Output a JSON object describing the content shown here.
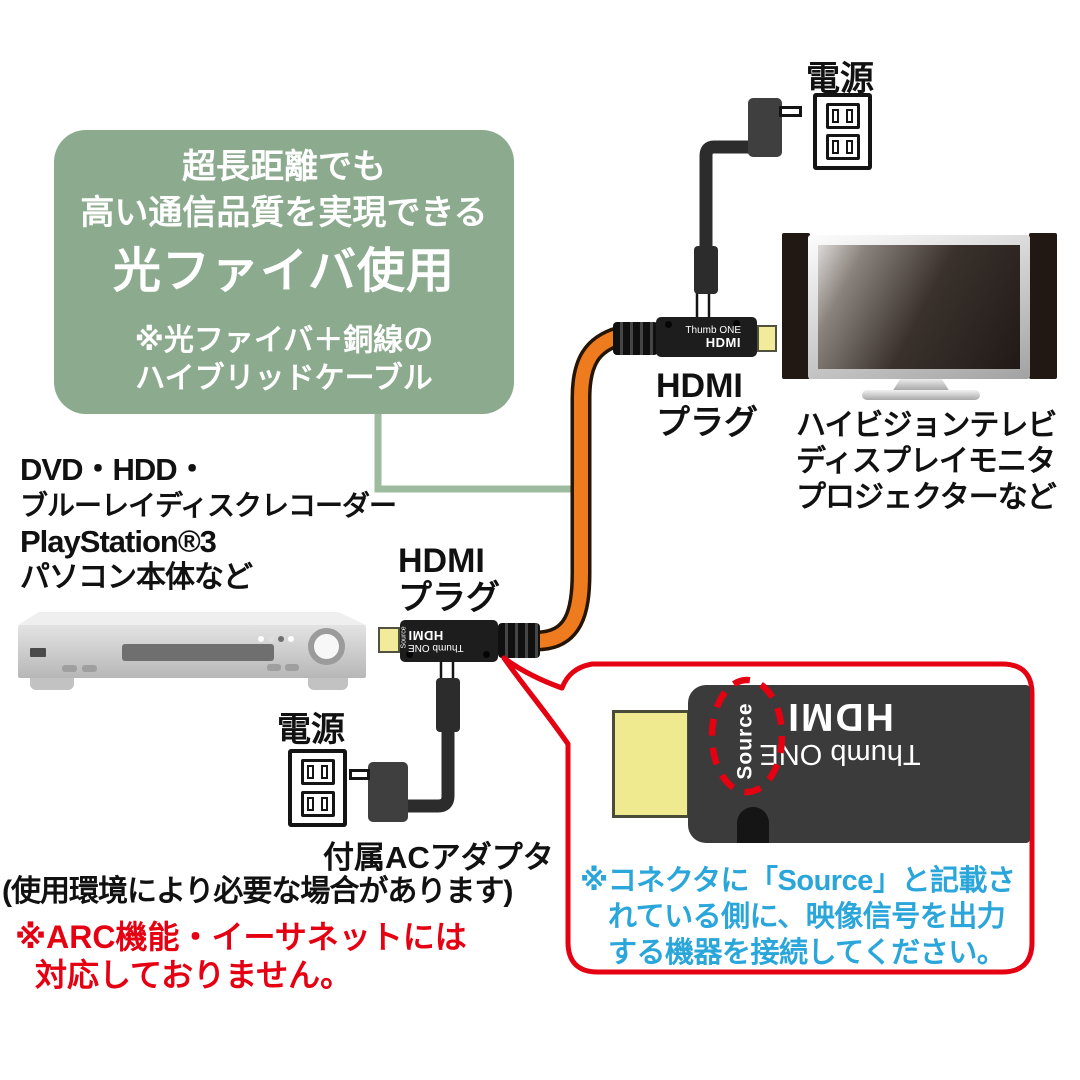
{
  "feature_box": {
    "line1": "超長距離でも",
    "line2": "高い通信品質を実現できる",
    "headline": "光ファイバ使用",
    "note1": "※光ファイバ＋銅線の",
    "note2": "ハイブリッドケーブル"
  },
  "top_connection": {
    "power_label": "電源",
    "plug_label_line1": "HDMI",
    "plug_label_line2": "プラグ",
    "plug_brand_line1": "Thumb ONE",
    "plug_brand_line2": "HDMI",
    "display_caption_line1": "ハイビジョンテレビ",
    "display_caption_line2": "ディスプレイモニタ",
    "display_caption_line3": "プロジェクターなど"
  },
  "bottom_connection": {
    "power_label": "電源",
    "plug_label_line1": "HDMI",
    "plug_label_line2": "プラグ",
    "plug_brand_line1": "Thumb ONE",
    "plug_brand_line2": "HDMI",
    "plug_source_marking": "Source",
    "devices_line1": "DVD・HDD・",
    "devices_line2": "ブルーレイディスクレコーダー",
    "devices_line3": "PlayStation®3",
    "devices_line4": "パソコン本体など",
    "adapter_caption": "付属ACアダプタ",
    "adapter_note": "(使用環境により必要な場合があります)"
  },
  "arc_note": {
    "line1": "※ARC機能・イーサネットには",
    "line2": "対応しておりません。"
  },
  "callout": {
    "brand_line1": "Thumb ONE",
    "brand_line2": "HDMI",
    "source_marking": "Source",
    "text_line1": "※コネクタに「Source」と記載さ",
    "text_line2": "れている側に、映像信号を出力",
    "text_line3": "する機器を接続してください。"
  },
  "colors": {
    "feature_green": "#8caa8e",
    "leader_green": "#9dbb9e",
    "cable_orange": "#ee7b1e",
    "alert_red": "#e50012",
    "note_cyan": "#2aa6db",
    "connector_yellow": "#efe98f"
  }
}
